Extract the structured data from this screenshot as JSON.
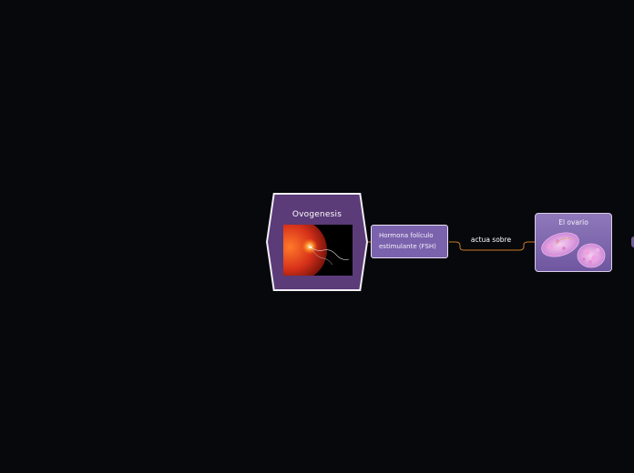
{
  "root": {
    "title": "Ovogenesis"
  },
  "nodes": {
    "fsh": {
      "line1": "Hormona folículo",
      "line2": "estimulante (FSH)"
    },
    "ovary": {
      "title": "El ovario"
    }
  },
  "relation": {
    "label": "actua sobre"
  },
  "colors": {
    "background": "#06080b",
    "root_fill": "#5b3b78",
    "node_fill": "#7b62ad",
    "connector": "#c87a2a"
  }
}
